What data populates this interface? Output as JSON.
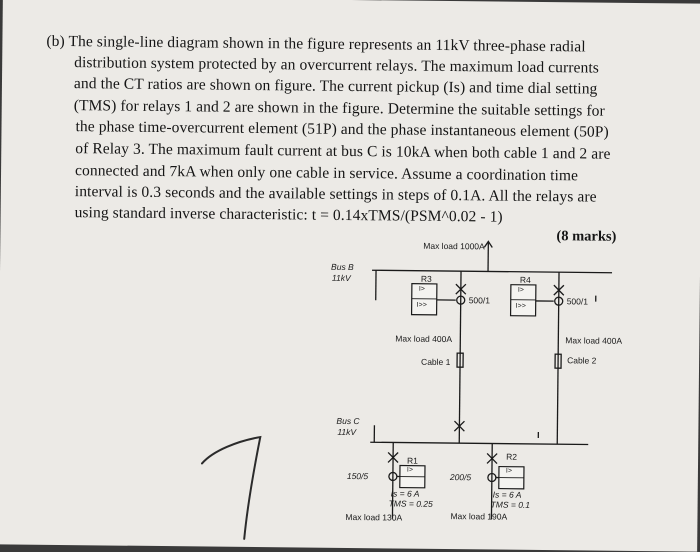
{
  "question": {
    "lines": [
      "(b) The single-line diagram shown in the figure represents an 11kV three-phase radial",
      "distribution system protected by an overcurrent relays. The maximum load currents",
      "and the CT ratios are shown on figure. The current pickup (Is) and time dial setting",
      "(TMS) for relays 1 and 2 are shown in the figure. Determine the suitable settings for",
      "the phase time-overcurrent element (51P) and the phase instantaneous element (50P)",
      "of Relay 3. The maximum fault current at bus C is 10kA when both cable 1 and 2 are",
      "connected and 7kA when only one cable in service. Assume a coordination time",
      "interval is 0.3 seconds and the available settings in steps of 0.1A. All the relays are",
      "using standard inverse characteristic: t = 0.14xTMS/(PSM^0.02 - 1)"
    ],
    "marks": "(8 marks)"
  },
  "diagram": {
    "max_load_main": "Max load 1000A",
    "bus_b_name": "Bus B",
    "bus_b_voltage": "11kV",
    "bus_c_name": "Bus C",
    "bus_c_voltage": "11kV",
    "r3": "R3",
    "r4": "R4",
    "r1": "R1",
    "r2": "R2",
    "ct_r3": "500/1",
    "ct_r4": "500/1",
    "ct_r1": "150/5",
    "ct_r2": "200/5",
    "max_load_cable1": "Max load 400A",
    "max_load_cable2": "Max load 400A",
    "cable1": "Cable 1",
    "cable2": "Cable 2",
    "r1_is": "Is = 6 A",
    "r1_tms": "TMS = 0.25",
    "r2_is": "Is = 6 A",
    "r2_tms": "TMS = 0.1",
    "max_load_r1": "Max load 130A",
    "max_load_r2": "Max load 190A",
    "relay_symbol_top": "I>",
    "relay_symbol_bottom": "I>>"
  }
}
